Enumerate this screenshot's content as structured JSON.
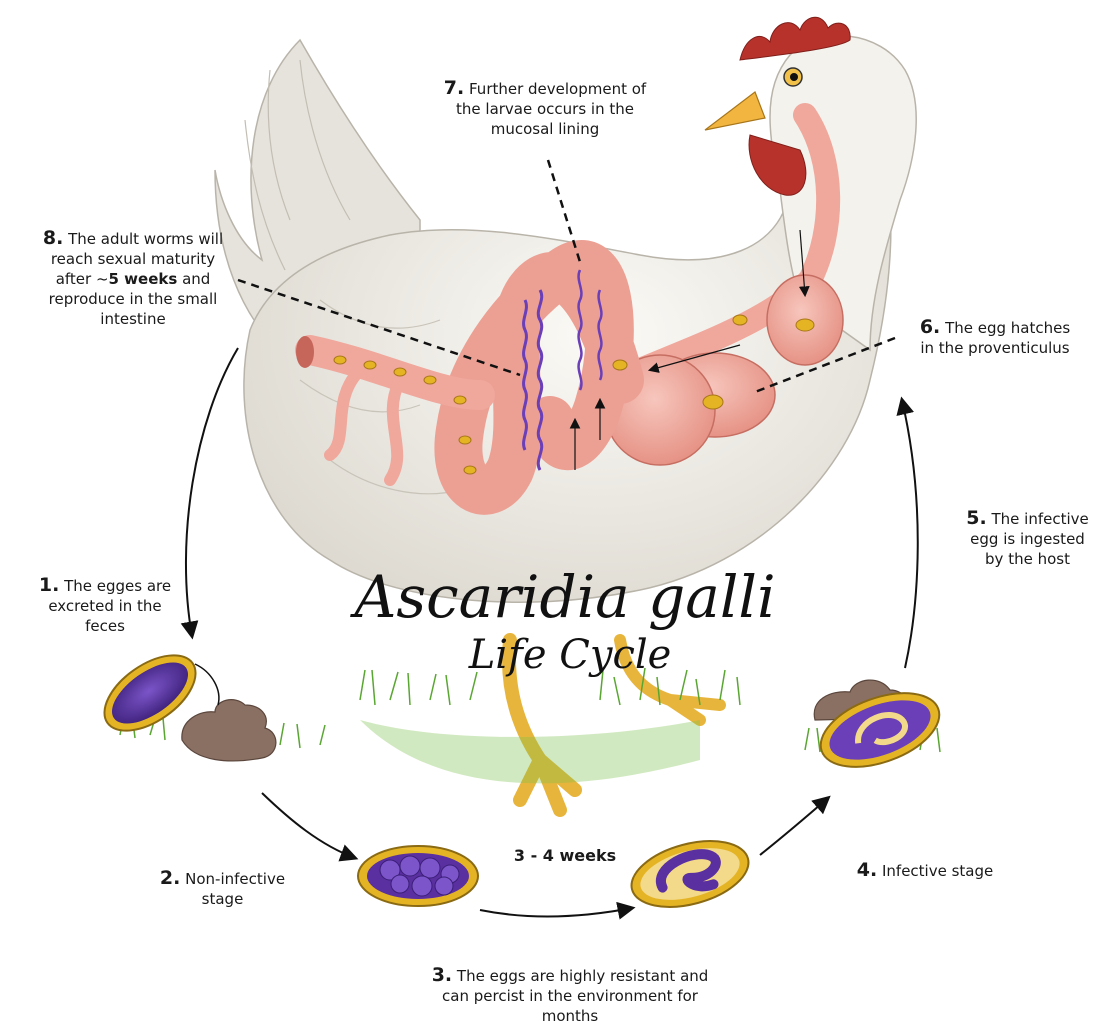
{
  "title": "Ascaridia galli",
  "subtitle": "Life Cycle",
  "duration_label": "3 - 4 weeks",
  "steps": [
    {
      "num": "1.",
      "lines": [
        "The egges are",
        "excreted in the",
        "feces"
      ]
    },
    {
      "num": "2.",
      "lines": [
        "Non-infective",
        "stage"
      ]
    },
    {
      "num": "3.",
      "lines": [
        "The eggs are highly resistant and",
        "can percist in the environment for",
        "months"
      ]
    },
    {
      "num": "4.",
      "lines": [
        "Infective stage"
      ]
    },
    {
      "num": "5.",
      "lines": [
        "The infective",
        "egg is ingested",
        "by the host"
      ]
    },
    {
      "num": "6.",
      "lines": [
        "The egg hatches",
        "in the proventiculus"
      ]
    },
    {
      "num": "7.",
      "lines": [
        "Further development of",
        "the larvae occurs in the",
        "mucosal lining"
      ]
    },
    {
      "num": "8.",
      "lines": [
        "The adult worms will",
        "reach sexual maturity",
        "after ~",
        "5 weeks",
        " and",
        "reproduce in the small",
        "intestine"
      ]
    }
  ],
  "colors": {
    "chicken_body": "#f1efe9",
    "comb": "#b8322c",
    "beak": "#f2b640",
    "gut": "#f0a79c",
    "worm": "#6a3fb8",
    "egg_shell": "#e5b425",
    "egg_inner": "#5a2fa0",
    "grass": "#5aa632",
    "feces": "#8a6f63",
    "arrow": "#111111"
  },
  "icons": [
    "chicken-illustration",
    "intestine-illustration",
    "egg-icon",
    "feces-icon",
    "grass-icon",
    "larva-icon"
  ]
}
